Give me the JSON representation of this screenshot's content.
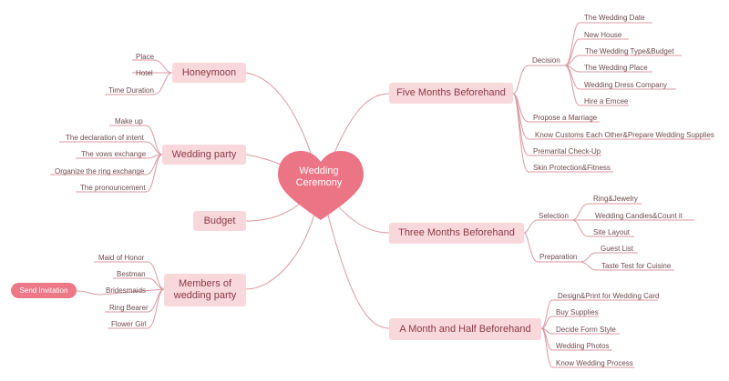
{
  "center": {
    "line1": "Wedding",
    "line2": "Ceremony"
  },
  "left": {
    "honeymoon": {
      "label": "Honeymoon",
      "items": [
        "Place",
        "Hotel",
        "Time Duration"
      ]
    },
    "wedding_party": {
      "label": "Wedding party",
      "items": [
        "Make up",
        "The declaration of intent",
        "The vows exchange",
        "Organize the ring exchange",
        "The pronouncement"
      ]
    },
    "budget": {
      "label": "Budget"
    },
    "members": {
      "line1": "Members of",
      "line2": "wedding party",
      "items": [
        "Maid of Honor",
        "Bestman",
        "Bridesmaids",
        "Ring Bearer",
        "Flower Girl"
      ]
    },
    "send_invitation": "Send Invitation"
  },
  "right": {
    "five_months": {
      "label": "Five Months Beforehand",
      "decision": {
        "label": "Decision",
        "items": [
          "The Wedding Date",
          "New House",
          "The Wedding Type&Budget",
          "The Wedding Place",
          "Wedding Dress Company",
          "Hire a Emcee"
        ]
      },
      "items": [
        "Propose a Marriage",
        "Know Customs Each Other&Prepare Wedding Supplies",
        "Premarital Check-Up",
        "Skin Protection&Fitness"
      ]
    },
    "three_months": {
      "label": "Three Months Beforehand",
      "selection": {
        "label": "Selection",
        "items": [
          "Ring&Jewelry",
          "Wedding Candies&Count it",
          "Site Layout"
        ]
      },
      "preparation": {
        "label": "Preparation",
        "items": [
          "Guest List",
          "Taste Test for Cuisine"
        ]
      }
    },
    "month_half": {
      "label": "A Month and Half Beforehand",
      "items": [
        "Design&Print for Wedding Card",
        "Buy Supplies",
        "Decide Form Style",
        "Wedding Photos",
        "Know Wedding Process"
      ]
    }
  },
  "colors": {
    "line": "#d99aa3",
    "branch_bg": "#f9d8dc",
    "heart": "#ec7585",
    "send_button": "#ed7887"
  }
}
